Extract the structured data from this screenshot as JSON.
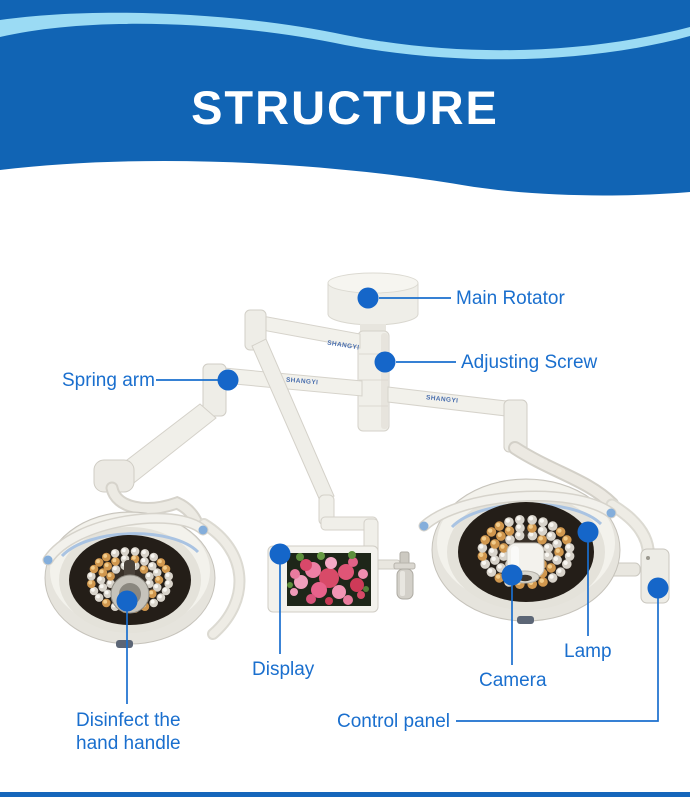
{
  "banner": {
    "title": "STRUCTURE"
  },
  "device": {
    "brand": "SHANGYI"
  },
  "callouts": {
    "main_rotator": {
      "label": "Main Rotator"
    },
    "adjusting_screw": {
      "label": "Adjusting Screw"
    },
    "spring_arm": {
      "label": "Spring arm"
    },
    "display": {
      "label": "Display"
    },
    "camera": {
      "label": "Camera"
    },
    "lamp": {
      "label": "Lamp"
    },
    "disinfect": {
      "line1": "Disinfect the",
      "line2": "hand handle"
    },
    "control_panel": {
      "label": "Control panel"
    }
  },
  "colors": {
    "banner_blue": "#1164b4",
    "wave_light_blue": "#9bdbf4",
    "label_blue": "#1a6fce",
    "dot_blue": "#1566c9",
    "footer_bar_blue": "#1566bb"
  }
}
